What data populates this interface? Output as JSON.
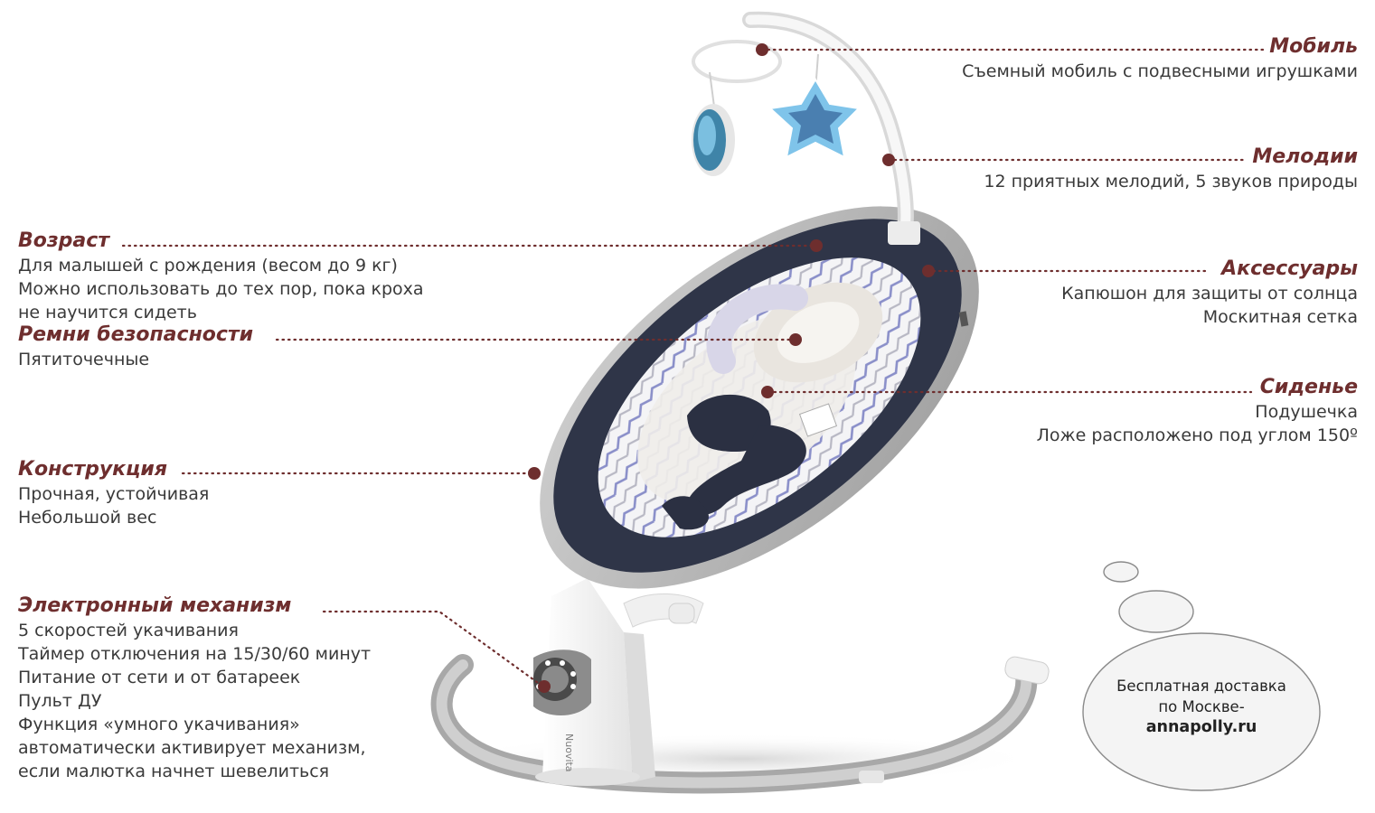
{
  "colors": {
    "accent": "#6e2e2e",
    "text": "#3a3a3a",
    "dot": "#6e2e2e",
    "frame_gray": "#b4b4b4",
    "fabric_navy": "#2f3548",
    "chevron_blue": "#7f86c6"
  },
  "features": {
    "mobile": {
      "title": "Мобиль",
      "lines": [
        "Съемный мобиль с подвесными игрушками"
      ]
    },
    "melodies": {
      "title": "Мелодии",
      "lines": [
        "12 приятных мелодий, 5 звуков природы"
      ]
    },
    "accessories": {
      "title": "Аксессуары",
      "lines": [
        "Капюшон для защиты от солнца",
        "Москитная сетка"
      ]
    },
    "seat": {
      "title": "Сиденье",
      "lines": [
        "Подушечка",
        "Ложе расположено под углом 150º"
      ]
    },
    "age": {
      "title": "Возраст",
      "lines": [
        "Для малышей с рождения (весом до 9 кг)",
        "Можно использовать до тех пор, пока кроха",
        "не научится сидеть"
      ]
    },
    "belts": {
      "title": "Ремни безопасности",
      "lines": [
        "Пятиточечные"
      ]
    },
    "construction": {
      "title": "Конструкция",
      "lines": [
        "Прочная, устойчивая",
        "Небольшой вес"
      ]
    },
    "mechanism": {
      "title": "Электронный механизм",
      "lines": [
        "5 скоростей укачивания",
        "Таймер отключения на 15/30/60 минут",
        "Питание от сети и от батареек",
        "Пульт ДУ",
        "Функция «умного укачивания»",
        "автоматически активирует механизм,",
        "если малютка начнет шевелиться"
      ]
    }
  },
  "bubble": {
    "line1": "Бесплатная доставка",
    "line2": "по Москве-",
    "site": "annapolly.ru"
  },
  "product": {
    "brand_mark": "Nuovita"
  }
}
